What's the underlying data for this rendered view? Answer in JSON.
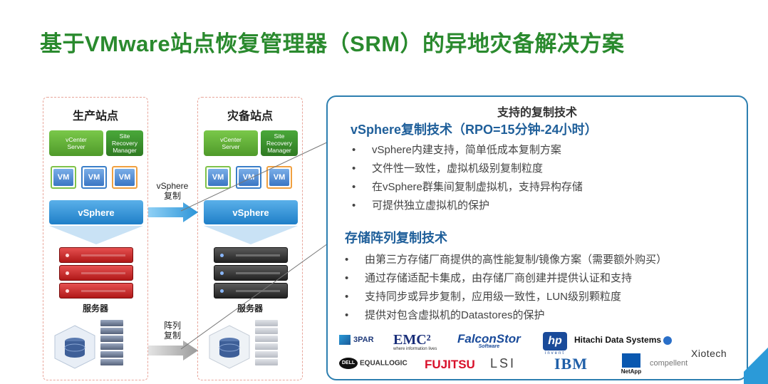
{
  "title": "基于VMware站点恢复管理器（SRM）的异地灾备解决方案",
  "sites": {
    "production": {
      "title": "生产站点",
      "vcenter": "vCenter\nServer",
      "srm": "Site\nRecovery\nManager",
      "vms": [
        "VM",
        "VM",
        "VM"
      ],
      "vsphere": "vSphere",
      "server_label": "服务器"
    },
    "recovery": {
      "title": "灾备站点",
      "vcenter": "vCenter\nServer",
      "srm": "Site\nRecovery\nManager",
      "vms": [
        "VM",
        "VM",
        "VM"
      ],
      "vsphere": "vSphere",
      "server_label": "服务器"
    }
  },
  "arrows": {
    "vsphere_line1": "vSphere",
    "vsphere_line2": "复制",
    "array_line1": "阵列",
    "array_line2": "复制"
  },
  "panel": {
    "heading": "支持的复制技术",
    "section1": {
      "title": "vSphere复制技术（RPO=15分钟-24小时）",
      "bullets": [
        "vSphere内建支持，简单低成本复制方案",
        "文件性一致性，虚拟机级别复制粒度",
        "在vSphere群集间复制虚拟机，支持异构存储",
        "可提供独立虚拟机的保护"
      ]
    },
    "section2": {
      "title": "存储阵列复制技术",
      "bullets": [
        "由第三方存储厂商提供的高性能复制/镜像方案（需要额外购买）",
        "通过存储适配卡集成，由存储厂商创建并提供认证和支持",
        "支持同步或异步复制，应用级一致性，LUN级别颗粒度",
        "提供对包含虚拟机的Datastores的保护"
      ]
    }
  },
  "logos": {
    "threepar": "3PAR",
    "emc": "EMC²",
    "emc_tagline": "where information lives",
    "falconstor": "FalconStor",
    "falconstor_sub": "Software",
    "hp": "hp",
    "hp_sub": "invent",
    "hitachi": "Hitachi Data Systems",
    "xiotech": "Xiotech",
    "dell_mark": "DELL",
    "equallogic": "EQUALLOGIC",
    "fujitsu": "FUJITSU",
    "lsi": "LSI",
    "ibm": "IBM",
    "netapp": "NetApp",
    "compellent": "compellent"
  },
  "colors": {
    "title_green": "#2a8a2e",
    "section_blue": "#1f5f9a",
    "panel_border": "#2d7fb0",
    "vsphere_blue": "#1f7fc8"
  }
}
